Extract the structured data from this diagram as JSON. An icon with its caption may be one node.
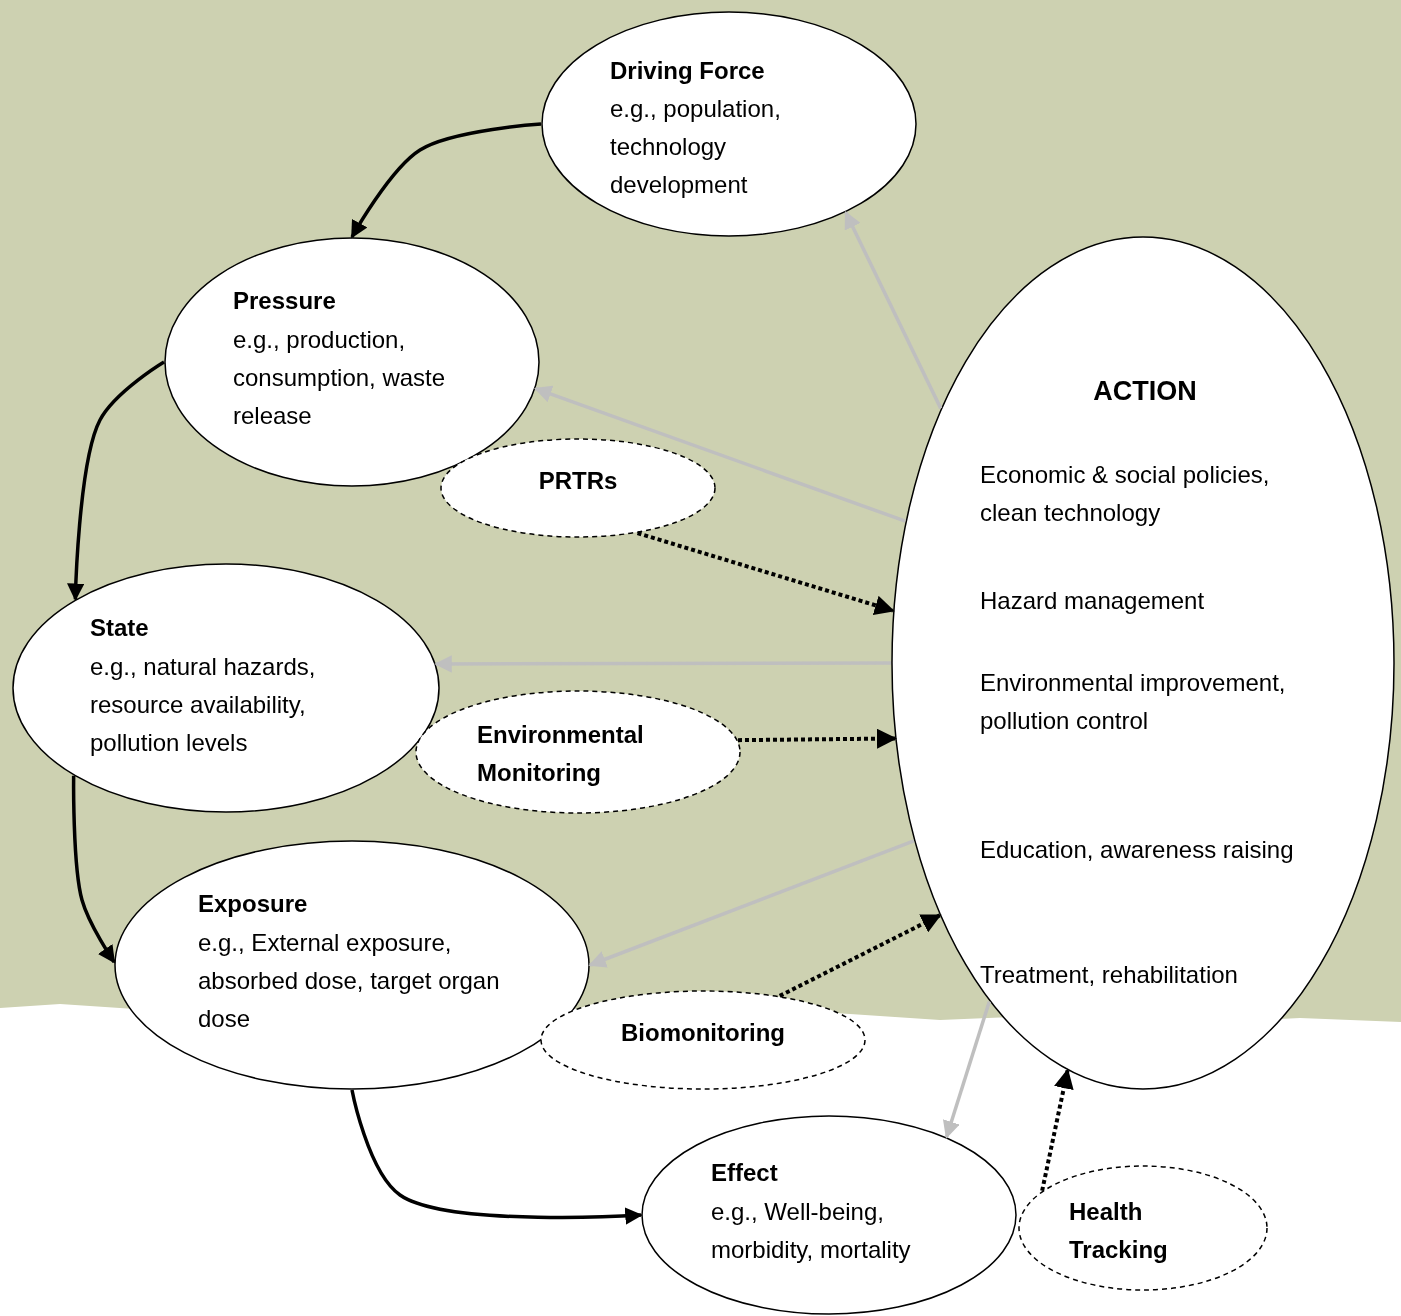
{
  "diagram": {
    "nodes": [
      {
        "text": [
          "Driving Force",
          "e.g., population, technology development"
        ]
      },
      {
        "text": [
          "Pressure",
          "e.g., production, consumption, waste release"
        ]
      },
      {
        "text": [
          "PRTRs"
        ]
      },
      {
        "text": [
          "State",
          "e.g., natural hazards, resource availability, pollution levels"
        ]
      },
      {
        "text": [
          "Environmental Monitoring"
        ]
      },
      {
        "text": [
          "Exposure",
          "e.g., External exposure, absorbed dose, target organ dose"
        ]
      },
      {
        "text": [
          "Biomonitoring"
        ]
      },
      {
        "text": [
          "Effect",
          "e.g., Well-being, morbidity, mortality"
        ]
      },
      {
        "text": [
          "Health Tracking"
        ]
      },
      {
        "text": [
          "ACTION",
          "Economic & social policies, clean technology",
          "Hazard management",
          "Environmental improvement, pollution control",
          "Education, awareness raising",
          "Treatment, rehabilitation"
        ]
      }
    ],
    "edges": [
      {
        "from": 0,
        "to": 1,
        "arrow": "to"
      },
      {
        "from": 1,
        "to": 3,
        "arrow": "to"
      },
      {
        "from": 3,
        "to": 5,
        "arrow": "to"
      },
      {
        "from": 5,
        "to": 7,
        "arrow": "to"
      },
      {
        "from": 9,
        "to": 0,
        "arrow": "to",
        "color": "#bfbfbf"
      },
      {
        "from": 9,
        "to": 1,
        "arrow": "to",
        "color": "#bfbfbf"
      },
      {
        "from": 9,
        "to": 3,
        "arrow": "to",
        "color": "#bfbfbf"
      },
      {
        "from": 9,
        "to": 5,
        "arrow": "to",
        "color": "#bfbfbf"
      },
      {
        "from": 9,
        "to": 7,
        "arrow": "to",
        "color": "#bfbfbf"
      },
      {
        "from": 2,
        "to": 9,
        "arrow": "to",
        "style": "dashed"
      },
      {
        "from": 4,
        "to": 9,
        "arrow": "to",
        "style": "dashed"
      },
      {
        "from": 6,
        "to": 9,
        "arrow": "to",
        "style": "dashed"
      },
      {
        "from": 8,
        "to": 9,
        "arrow": "to",
        "style": "dashed"
      }
    ]
  }
}
